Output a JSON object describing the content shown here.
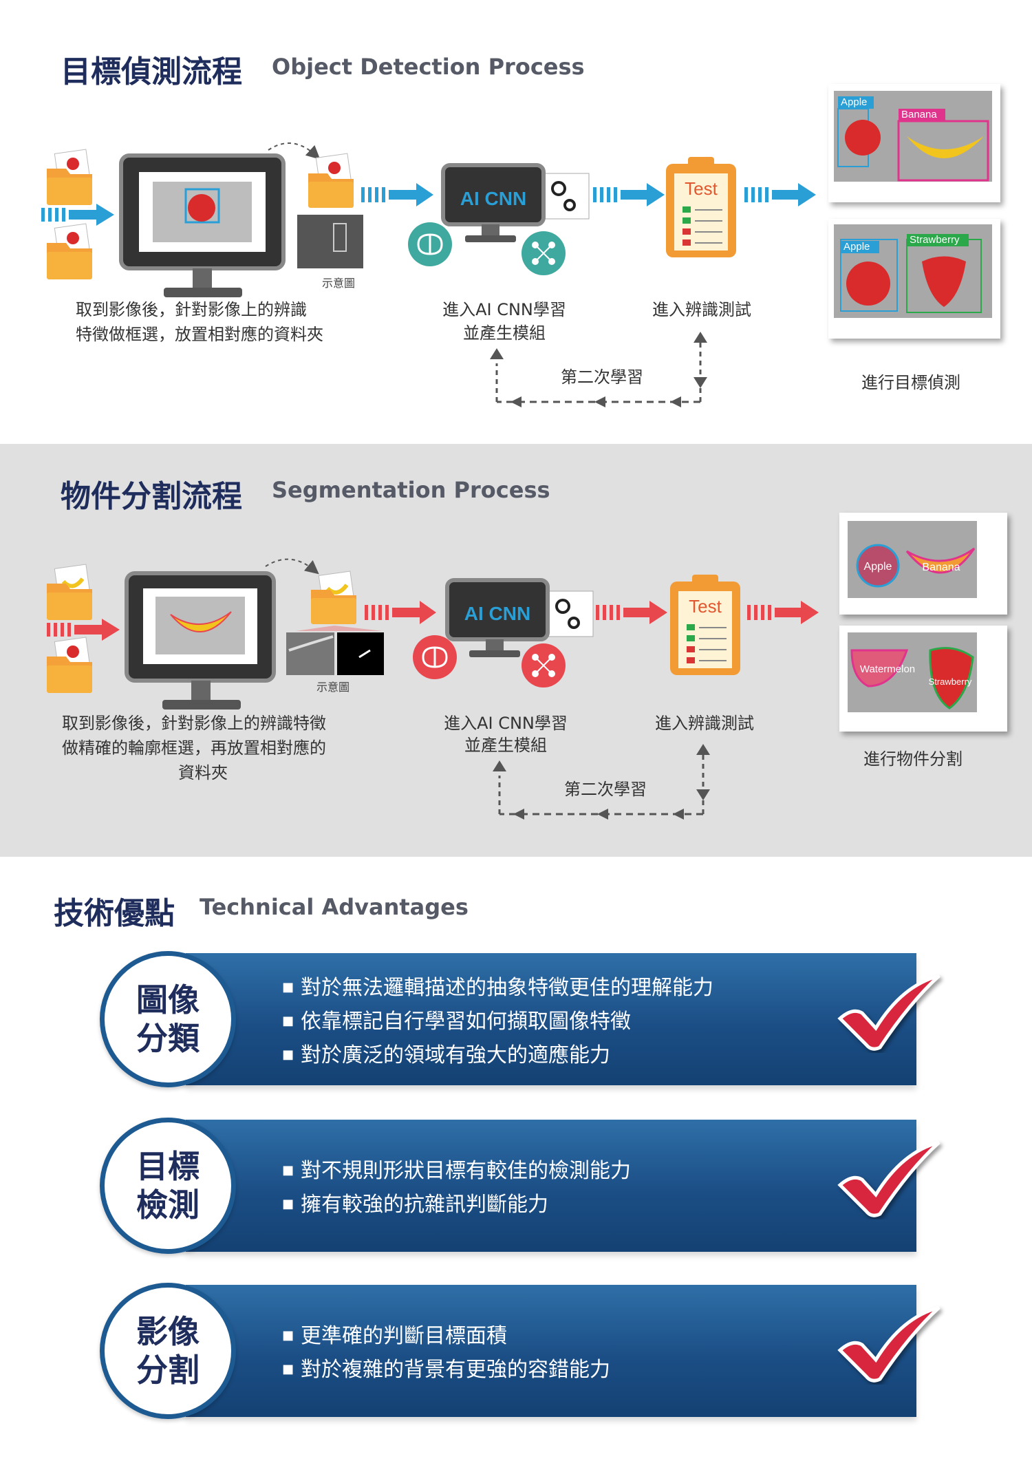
{
  "detection": {
    "title": "目標偵測流程",
    "subtitle": "Object Detection Process",
    "step1": [
      "取到影像後，針對影像上的辨識",
      "特徵做框選，放置相對應的資料夾"
    ],
    "sample_label": "示意圖",
    "cnn_label": "AI CNN",
    "step2": [
      "進入AI CNN學習",
      "並產生模組"
    ],
    "test_label": "Test",
    "step3": "進入辨識測試",
    "loop_label": "第二次學習",
    "result_label": "進行目標偵測",
    "boxes": [
      "Apple",
      "Banana",
      "Apple",
      "Strawberry"
    ]
  },
  "segmentation": {
    "title": "物件分割流程",
    "subtitle": "Segmentation Process",
    "step1": [
      "取到影像後，針對影像上的辨識特徵",
      "做精確的輪廓框選，再放置相對應的",
      "資料夾"
    ],
    "sample_label": "示意圖",
    "cnn_label": "AI CNN",
    "step2": [
      "進入AI CNN學習",
      "並產生模組"
    ],
    "test_label": "Test",
    "step3": "進入辨識測試",
    "loop_label": "第二次學習",
    "result_label": "進行物件分割",
    "labels": [
      "Apple",
      "Banana",
      "Watermelon",
      "Strawberry"
    ]
  },
  "advantages": {
    "title": "技術優點",
    "subtitle": "Technical Advantages",
    "items": [
      {
        "name": [
          "圖像",
          "分類"
        ],
        "points": [
          "對於無法邏輯描述的抽象特徵更佳的理解能力",
          "依靠標記自行學習如何擷取圖像特徵",
          "對於廣泛的領域有強大的適應能力"
        ]
      },
      {
        "name": [
          "目標",
          "檢測"
        ],
        "points": [
          "對不規則形狀目標有較佳的檢測能力",
          "擁有較強的抗雜訊判斷能力"
        ]
      },
      {
        "name": [
          "影像",
          "分割"
        ],
        "points": [
          "更準確的判斷目標面積",
          "對於複雜的背景有更強的容錯能力"
        ]
      }
    ]
  },
  "colors": {
    "blue_accent": "#29a3d9",
    "red_accent": "#e8474e",
    "title_navy": "#1f2d5c",
    "band_blue": "#1d5a92"
  }
}
